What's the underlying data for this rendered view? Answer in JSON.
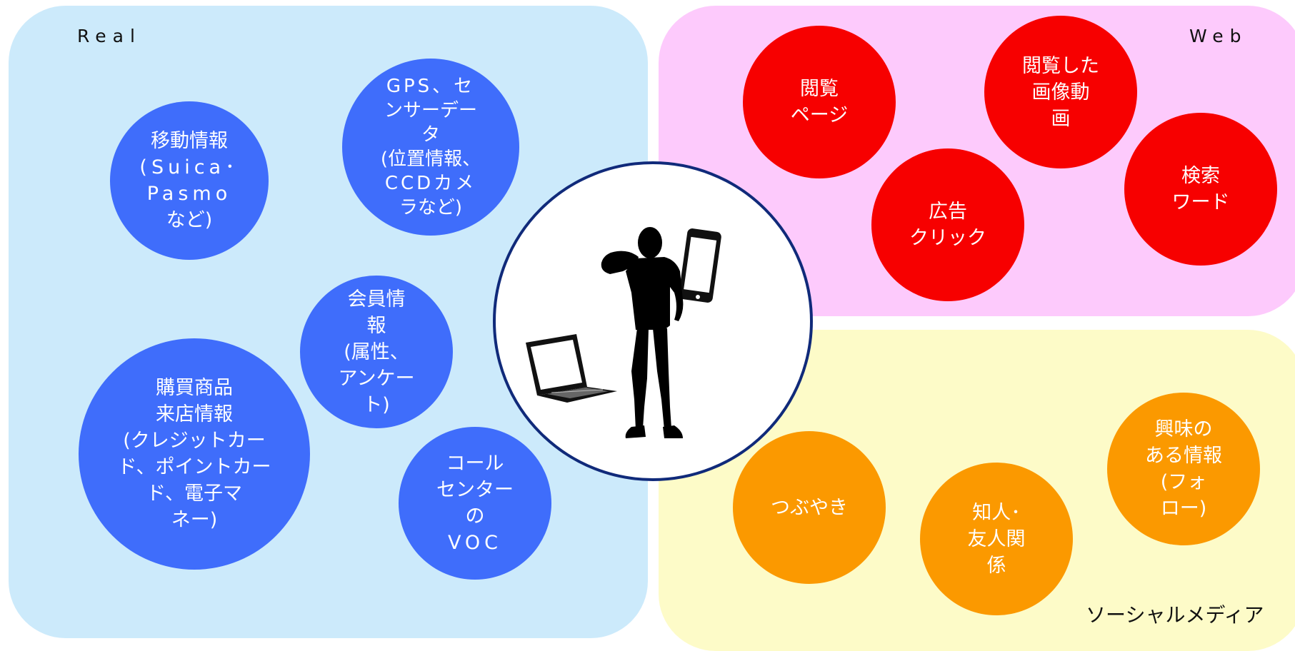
{
  "zones": {
    "real": "Real",
    "web": "Web",
    "social": "ソーシャルメディア"
  },
  "real_items": [
    [
      "移動情報",
      "(Suica･",
      "Pasmo",
      "など)"
    ],
    [
      "GPS、セ",
      "ンサーデー",
      "タ",
      "(位置情報、",
      "CCDカメ",
      "ラなど)"
    ],
    [
      "会員情",
      "報",
      "(属性、",
      "アンケー",
      "ト)"
    ],
    [
      "購買商品",
      "来店情報",
      "(クレジットカー",
      "ド、ポイントカー",
      "ド、電子マ",
      "ネー)"
    ],
    [
      "コール",
      "センター",
      "の",
      "VOC"
    ]
  ],
  "web_items": [
    [
      "閲覧",
      "ページ"
    ],
    [
      "閲覧した",
      "画像動",
      "画"
    ],
    [
      "広告",
      "クリック"
    ],
    [
      "検索",
      "ワード"
    ]
  ],
  "social_items": [
    [
      "つぶやき"
    ],
    [
      "知人･",
      "友人関",
      "係"
    ],
    [
      "興味の",
      "ある情報",
      "(フォ",
      "ロー)"
    ]
  ],
  "colors": {
    "real_bg": "#cceafb",
    "web_bg": "#fdcafc",
    "social_bg": "#fdfbc8",
    "real_bubble": "#3f6dfb",
    "web_bubble": "#f70000",
    "social_bubble": "#fb9900",
    "center_border": "#102a7a"
  },
  "icons": [
    "person-silhouette-icon",
    "laptop-icon",
    "smartphone-icon"
  ]
}
